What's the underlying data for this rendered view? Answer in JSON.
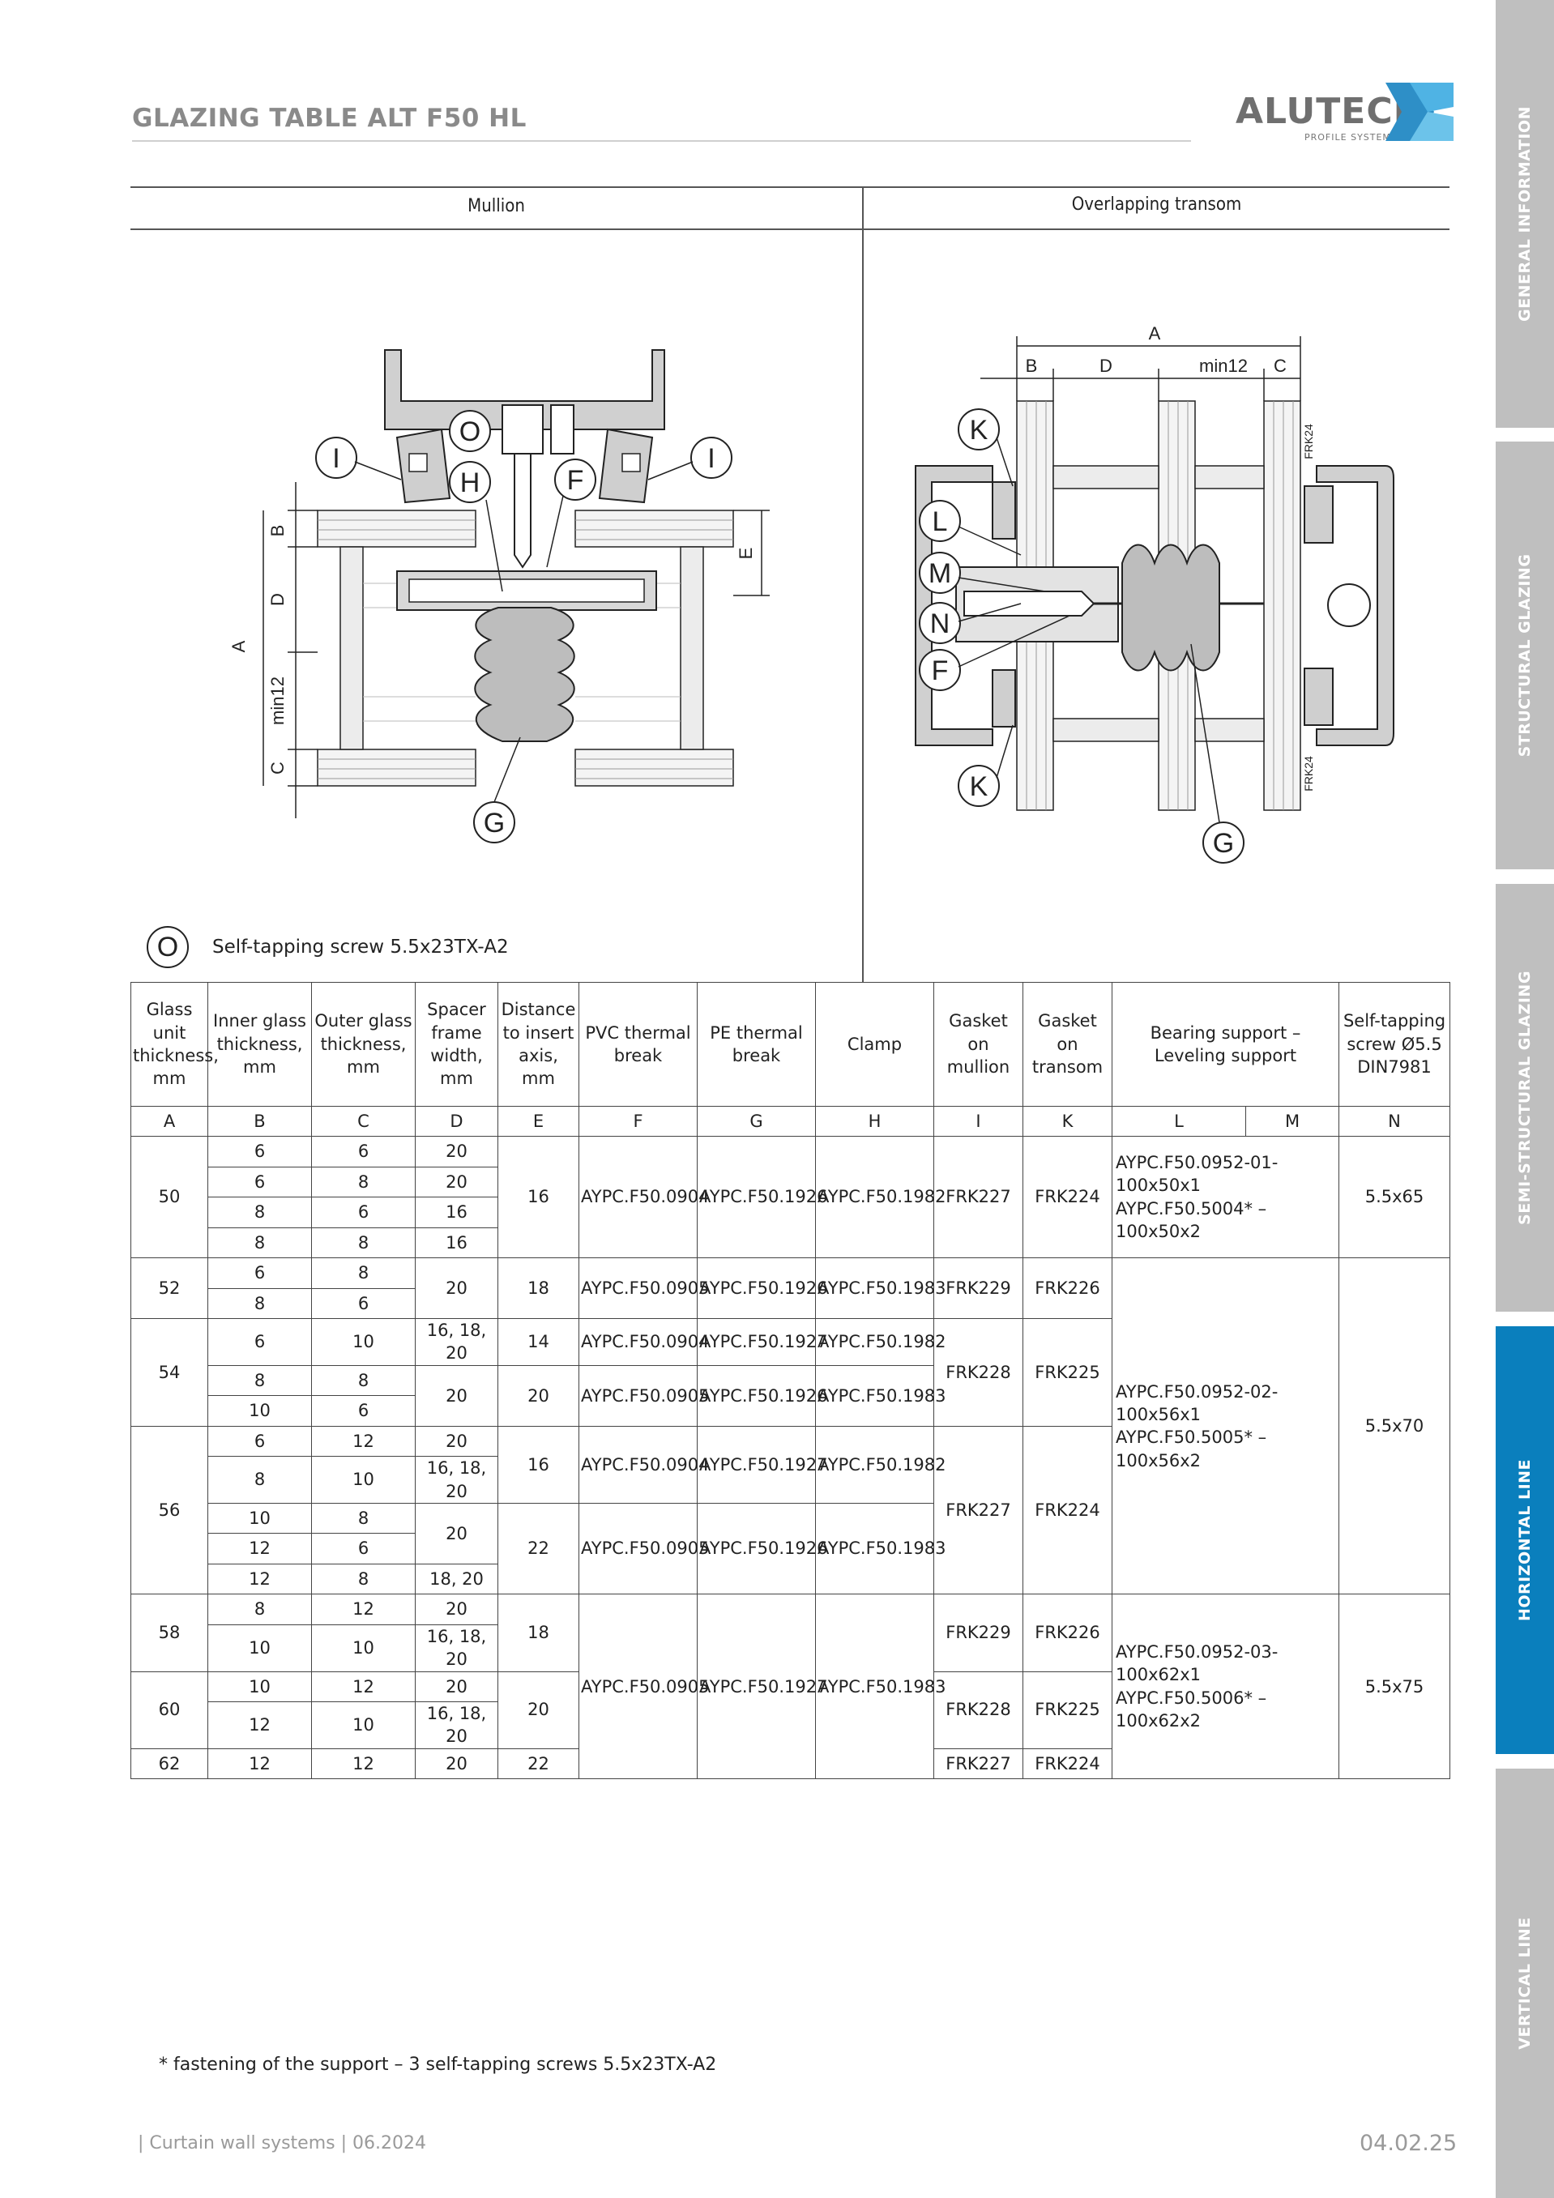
{
  "header": {
    "title": "GLAZING TABLE ALT F50 HL",
    "logo_name": "ALUTECH",
    "logo_sub": "PROFILE SYSTEMS"
  },
  "sidebar": {
    "tabs": [
      {
        "label": "GENERAL INFORMATION",
        "active": false
      },
      {
        "label": "STRUCTURAL GLAZING",
        "active": false
      },
      {
        "label": "SEMI-STRUCTURAL GLAZING",
        "active": false
      },
      {
        "label": "HORIZONTAL LINE",
        "active": true
      },
      {
        "label": "VERTICAL LINE",
        "active": false
      }
    ],
    "active_color": "#0a7fbd",
    "inactive_color": "#bfbfbf"
  },
  "drawings": {
    "mullion_title": "Mullion",
    "transom_title": "Overlapping transom",
    "mullion_callouts": {
      "o": "O",
      "h": "H",
      "f": "F",
      "i": "I",
      "g": "G"
    },
    "mullion_dims": {
      "a": "A",
      "b": "B",
      "c": "C",
      "d": "D",
      "e": "E",
      "min": "min12"
    },
    "transom_callouts": {
      "k": "K",
      "l": "L",
      "m": "M",
      "n": "N",
      "f": "F",
      "g": "G"
    },
    "transom_dims": {
      "a": "A",
      "b": "B",
      "c": "C",
      "d": "D",
      "min": "min12",
      "frk": "FRK24"
    }
  },
  "legend": {
    "symbol": "O",
    "text": "Self-tapping screw 5.5x23TX-A2"
  },
  "table": {
    "headers": {
      "a": "Glass unit thickness, mm",
      "b": "Inner glass thickness, mm",
      "c": "Outer glass thickness, mm",
      "d": "Spacer frame width, mm",
      "e": "Distance to insert axis, mm",
      "f": "PVC thermal break",
      "g": "PE thermal break",
      "h": "Clamp",
      "i": "Gasket on mullion",
      "k": "Gasket on transom",
      "lm": "Bearing support – Leveling support",
      "n": "Self-tapping screw Ø5.5 DIN7981"
    },
    "letters": {
      "a": "A",
      "b": "B",
      "c": "C",
      "d": "D",
      "e": "E",
      "f": "F",
      "g": "G",
      "h": "H",
      "i": "I",
      "k": "K",
      "l": "L",
      "m": "M",
      "n": "N"
    },
    "v": {
      "a50": "50",
      "a52": "52",
      "a54": "54",
      "a56": "56",
      "a58": "58",
      "a60": "60",
      "a62": "62",
      "n6": "6",
      "n8": "8",
      "n10": "10",
      "n12": "12",
      "d20": "20",
      "d16": "16",
      "d161820": "16, 18, 20",
      "d1820": "18, 20",
      "e14": "14",
      "e16": "16",
      "e18": "18",
      "e20": "20",
      "e22": "22",
      "f0904": "AYPC.F50.0904",
      "f0905": "AYPC.F50.0905",
      "g1926": "AYPC.F50.1926",
      "g1927": "AYPC.F50.1927",
      "h1982": "AYPC.F50.1982",
      "h1983": "AYPC.F50.1983",
      "i227": "FRK227",
      "i228": "FRK228",
      "i229": "FRK229",
      "k224": "FRK224",
      "k225": "FRK225",
      "k226": "FRK226",
      "l1a": "AYPC.F50.0952-01-100x50x1",
      "l1b": "AYPC.F50.5004* – 100x50x2",
      "l2a": "AYPC.F50.0952-02-100x56x1",
      "l2b": "AYPC.F50.5005* – 100x56x2",
      "l3a": "AYPC.F50.0952-03-100x62x1",
      "l3b": "AYPC.F50.5006* – 100x62x2",
      "s65": "5.5x65",
      "s70": "5.5x70",
      "s75": "5.5x75"
    }
  },
  "footnote": "* fastening of the support – 3 self-tapping screws 5.5x23TX-A2",
  "footer": {
    "left": "| Curtain wall systems | 06.2024",
    "right": "04.02.25"
  }
}
